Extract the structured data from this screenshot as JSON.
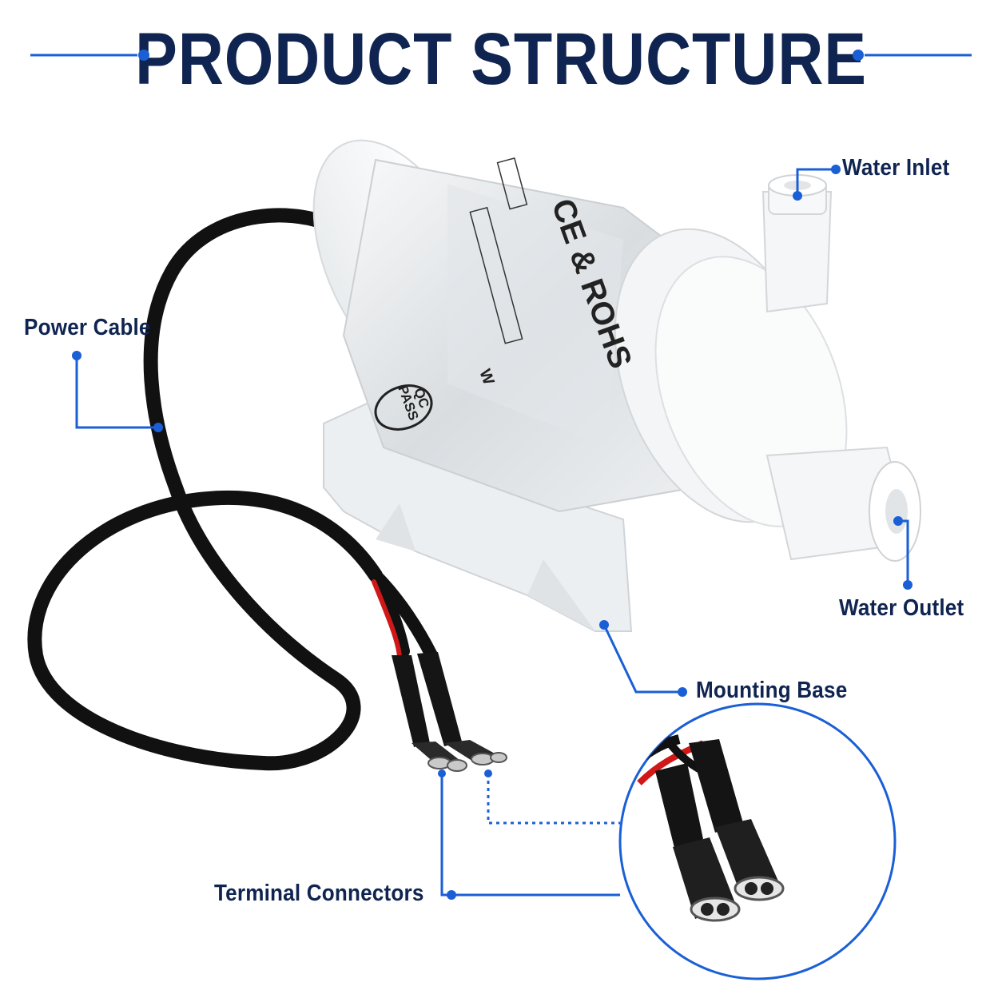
{
  "title": "PRODUCT STRUCTURE",
  "callouts": {
    "water_inlet": "Water Inlet",
    "power_cable": "Power Cable",
    "water_outlet": "Water Outlet",
    "mounting_base": "Mounting Base",
    "terminal_connectors": "Terminal Connectors"
  },
  "pump_label": {
    "cert": "CE & ROHS",
    "qc": "QC",
    "pass": "PASS",
    "watt": "W"
  },
  "colors": {
    "title": "#0f2450",
    "accent": "#1a5fd6",
    "cable": "#111111",
    "wire_red": "#d01818",
    "pump_white": "#f2f4f5"
  }
}
